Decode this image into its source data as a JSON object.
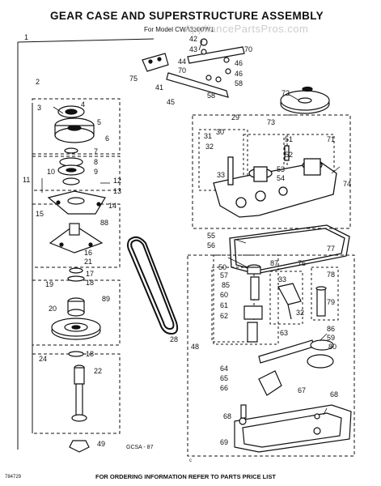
{
  "header": {
    "title": "GEAR CASE AND SUPERSTRUCTURE ASSEMBLY",
    "subtitle": "For Model CWA3300W1",
    "watermark": "AppliancePartsPros.com"
  },
  "footer": {
    "text": "FOR ORDERING INFORMATION REFER TO PARTS PRICE LIST",
    "drawing_code": "GCSA - 87",
    "doc_number": "784729",
    "page_mark": "c"
  },
  "callouts": [
    "1",
    "2",
    "3",
    "4",
    "5",
    "6",
    "7",
    "8",
    "9",
    "10",
    "11",
    "12",
    "13",
    "14",
    "15",
    "16",
    "17",
    "18",
    "19",
    "20",
    "21",
    "22",
    "24",
    "28",
    "29",
    "30",
    "31",
    "32",
    "33",
    "41",
    "42",
    "43",
    "44",
    "45",
    "46",
    "48",
    "49",
    "50",
    "51",
    "52",
    "53",
    "54",
    "55",
    "56",
    "57",
    "58",
    "59",
    "60",
    "61",
    "62",
    "63",
    "64",
    "65",
    "66",
    "67",
    "68",
    "69",
    "70",
    "71",
    "72",
    "73",
    "74",
    "75",
    "76",
    "77",
    "78",
    "79",
    "80",
    "85",
    "86",
    "87",
    "88",
    "89",
    "18",
    "32",
    "33",
    "46",
    "58",
    "68",
    "70"
  ],
  "colors": {
    "ink": "#111111",
    "background": "#ffffff",
    "watermark": "#cccccc"
  }
}
